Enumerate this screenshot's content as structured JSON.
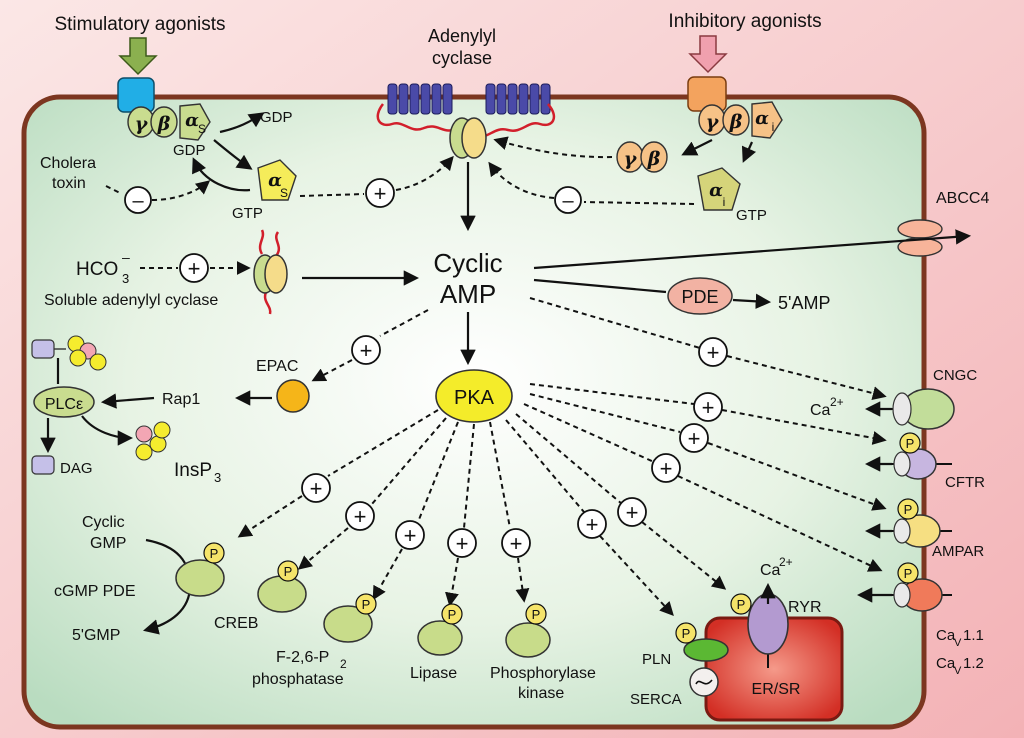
{
  "labels": {
    "stim_agonists": "Stimulatory agonists",
    "inhib_agonists": "Inhibitory agonists",
    "adenylyl_1": "Adenylyl",
    "adenylyl_2": "cyclase",
    "gdp_top": "GDP",
    "gdp_mid": "GDP",
    "gtp_left": "GTP",
    "gtp_right": "GTP",
    "cholera_1": "Cholera",
    "cholera_2": "toxin",
    "camp_1": "Cyclic",
    "camp_2": "AMP",
    "hco3": "HCO",
    "hco3_sub": "3",
    "hco3_sup": "–",
    "soluble_ac": "Soluble adenylyl cyclase",
    "abcc4": "ABCC4",
    "pde": "PDE",
    "amp5": "5'AMP",
    "epac": "EPAC",
    "rap1": "Rap1",
    "plce": "PLCε",
    "dag": "DAG",
    "insp3": "InsP",
    "insp3_sub": "3",
    "pka": "PKA",
    "cngc": "CNGC",
    "ca_cngc": "Ca",
    "ca_cngc_sup": "2+",
    "cftr": "CFTR",
    "ampar": "AMPAR",
    "cav11": "Ca",
    "cav11_sub": "V",
    "cav11_tail": "1.1",
    "cav12": "Ca",
    "cav12_sub": "V",
    "cav12_tail": "1.2",
    "cgmp_1": "Cyclic",
    "cgmp_2": "GMP",
    "cgmp_pde": "cGMP PDE",
    "gmp5": "5'GMP",
    "creb": "CREB",
    "f26_1": "F-2,6-P",
    "f26_1_sub": "2",
    "f26_2": "phosphatase",
    "lipase": "Lipase",
    "phk_1": "Phosphorylase",
    "phk_2": "kinase",
    "pln": "PLN",
    "serca": "SERCA",
    "ersr": "ER/SR",
    "ryr": "RYR",
    "ca_ryr": "Ca",
    "ca_ryr_sup": "2+",
    "gamma": "γ",
    "beta": "β",
    "alpha": "α",
    "s": "S",
    "i": "i",
    "p": "P",
    "plus": "+",
    "minus": "–"
  },
  "colors": {
    "background": "#f4b9bd",
    "cell_fill": "#d7ecd8",
    "membrane": "#8a3a26",
    "subunit_green": "#c9dc8f",
    "subunit_orange": "#f6c287",
    "receptor_blue": "#21aee6",
    "receptor_orange": "#f3a35e",
    "arrow_green": "#8bb04f",
    "arrow_pink": "#f0a0ae",
    "pka_yellow": "#f4ec2a",
    "epac_orange": "#f5b519",
    "pde_pink": "#f2b2a3",
    "substrate_green": "#c8dc8a",
    "pln_green": "#5bb833",
    "er_red": "#d9423a",
    "ryr_purple": "#b39ad0",
    "cngc_green": "#c2dd9a",
    "cftr_purple": "#c7b6e0",
    "ampar_yellow": "#f6df82",
    "cav_orange": "#f07a5a",
    "adenylyl_blue": "#4a4aa8",
    "loop_red": "#d21f2b"
  }
}
